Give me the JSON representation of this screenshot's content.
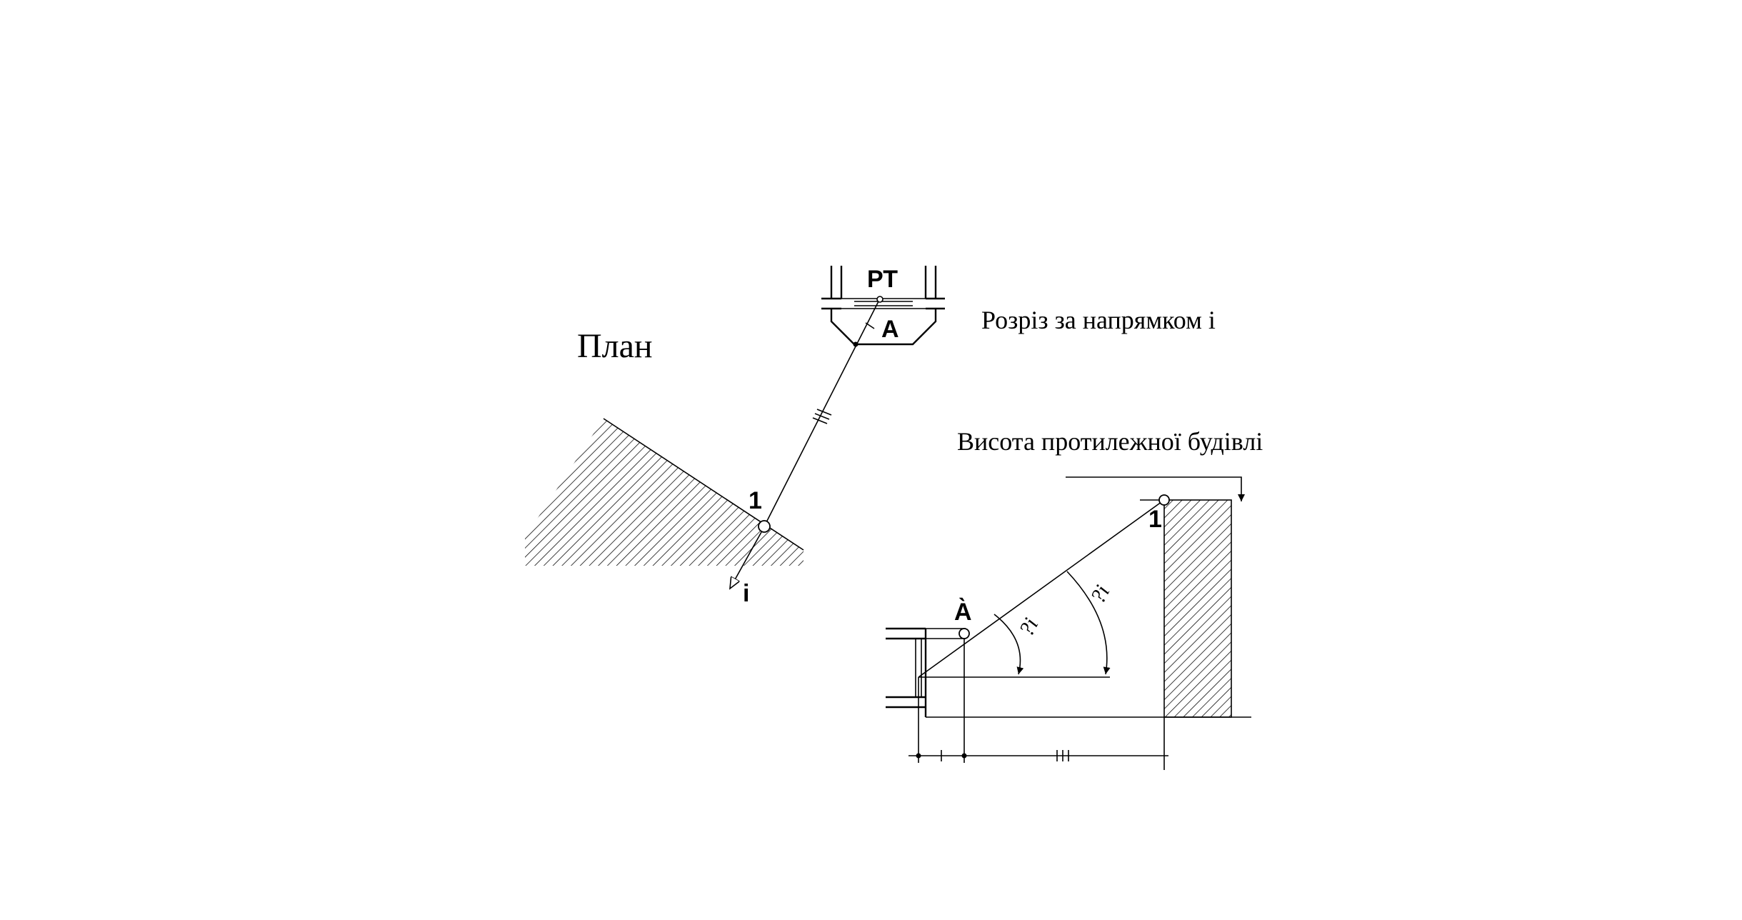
{
  "labels": {
    "plan_title": "План",
    "section_title": "Розріз за напрямком і",
    "building_height": "Висота протилежної будівлі",
    "pt_label": "РТ",
    "point_a_plan": "А",
    "point_1_plan": "1",
    "direction_i": "і",
    "point_a_section": "А̀",
    "point_1_section": "1",
    "angle_small": "?і",
    "angle_large": "?і"
  },
  "colors": {
    "line": "#000000",
    "background": "#ffffff"
  }
}
